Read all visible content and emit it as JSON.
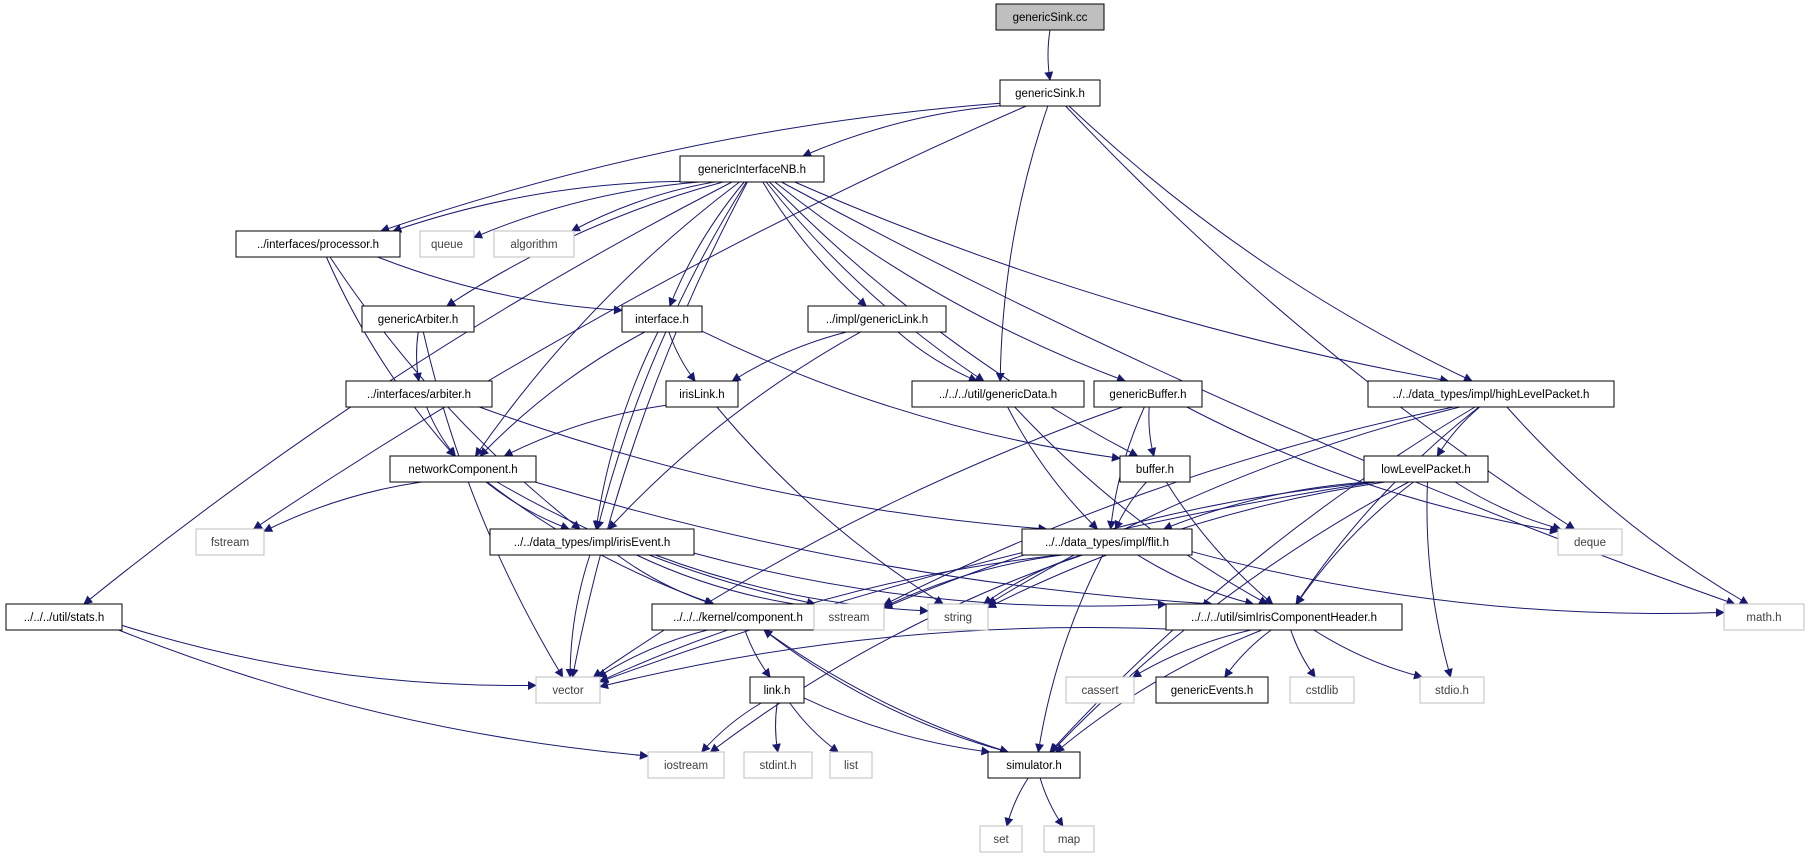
{
  "colors": {
    "edge": "#191970",
    "root_fill": "#bfbfbf",
    "node_stroke": "#000000",
    "external_stroke": "#bfbfbf",
    "text": "#000000",
    "external_text": "#404040"
  },
  "nodes": [
    {
      "id": "genericSink_cc",
      "label": "genericSink.cc",
      "kind": "root"
    },
    {
      "id": "genericSink_h",
      "label": "genericSink.h",
      "kind": "local"
    },
    {
      "id": "genericInterfaceNB_h",
      "label": "genericInterfaceNB.h",
      "kind": "local"
    },
    {
      "id": "processor_h",
      "label": "../interfaces/processor.h",
      "kind": "local"
    },
    {
      "id": "queue",
      "label": "queue",
      "kind": "external"
    },
    {
      "id": "algorithm",
      "label": "algorithm",
      "kind": "external"
    },
    {
      "id": "genericArbiter_h",
      "label": "genericArbiter.h",
      "kind": "local"
    },
    {
      "id": "interface_h",
      "label": "interface.h",
      "kind": "local"
    },
    {
      "id": "genericLink_h",
      "label": "../impl/genericLink.h",
      "kind": "local"
    },
    {
      "id": "arbiter_h",
      "label": "../interfaces/arbiter.h",
      "kind": "local"
    },
    {
      "id": "irisLink_h",
      "label": "irisLink.h",
      "kind": "local"
    },
    {
      "id": "genericData_h",
      "label": "../../../util/genericData.h",
      "kind": "local"
    },
    {
      "id": "genericBuffer_h",
      "label": "genericBuffer.h",
      "kind": "local"
    },
    {
      "id": "highLevelPacket_h",
      "label": "../../data_types/impl/highLevelPacket.h",
      "kind": "local"
    },
    {
      "id": "networkComponent_h",
      "label": "networkComponent.h",
      "kind": "local"
    },
    {
      "id": "buffer_h",
      "label": "buffer.h",
      "kind": "local"
    },
    {
      "id": "lowLevelPacket_h",
      "label": "lowLevelPacket.h",
      "kind": "local"
    },
    {
      "id": "fstream",
      "label": "fstream",
      "kind": "external"
    },
    {
      "id": "irisEvent_h",
      "label": "../../data_types/impl/irisEvent.h",
      "kind": "local"
    },
    {
      "id": "flit_h",
      "label": "../../data_types/impl/flit.h",
      "kind": "local"
    },
    {
      "id": "deque",
      "label": "deque",
      "kind": "external"
    },
    {
      "id": "stats_h",
      "label": "../../../util/stats.h",
      "kind": "local"
    },
    {
      "id": "component_h",
      "label": "../../../kernel/component.h",
      "kind": "local"
    },
    {
      "id": "sstream",
      "label": "sstream",
      "kind": "external"
    },
    {
      "id": "string",
      "label": "string",
      "kind": "external"
    },
    {
      "id": "simIrisComponentHeader_h",
      "label": "../../../util/simIrisComponentHeader.h",
      "kind": "local"
    },
    {
      "id": "math_h",
      "label": "math.h",
      "kind": "external"
    },
    {
      "id": "vector",
      "label": "vector",
      "kind": "external"
    },
    {
      "id": "cassert",
      "label": "cassert",
      "kind": "external"
    },
    {
      "id": "genericEvents_h",
      "label": "genericEvents.h",
      "kind": "local"
    },
    {
      "id": "cstdlib",
      "label": "cstdlib",
      "kind": "external"
    },
    {
      "id": "stdio_h",
      "label": "stdio.h",
      "kind": "external"
    },
    {
      "id": "link_h",
      "label": "link.h",
      "kind": "local"
    },
    {
      "id": "iostream",
      "label": "iostream",
      "kind": "external"
    },
    {
      "id": "stdint_h",
      "label": "stdint.h",
      "kind": "external"
    },
    {
      "id": "list",
      "label": "list",
      "kind": "external"
    },
    {
      "id": "simulator_h",
      "label": "simulator.h",
      "kind": "local"
    },
    {
      "id": "set",
      "label": "set",
      "kind": "external"
    },
    {
      "id": "map",
      "label": "map",
      "kind": "external"
    }
  ],
  "edges": [
    [
      "genericSink_cc",
      "genericSink_h"
    ],
    [
      "genericSink_h",
      "genericInterfaceNB_h"
    ],
    [
      "genericSink_h",
      "processor_h"
    ],
    [
      "genericSink_h",
      "fstream"
    ],
    [
      "genericSink_h",
      "genericData_h"
    ],
    [
      "genericSink_h",
      "highLevelPacket_h"
    ],
    [
      "genericSink_h",
      "deque"
    ],
    [
      "genericInterfaceNB_h",
      "processor_h"
    ],
    [
      "genericInterfaceNB_h",
      "queue"
    ],
    [
      "genericInterfaceNB_h",
      "algorithm"
    ],
    [
      "genericInterfaceNB_h",
      "genericArbiter_h"
    ],
    [
      "genericInterfaceNB_h",
      "interface_h"
    ],
    [
      "genericInterfaceNB_h",
      "genericLink_h"
    ],
    [
      "genericInterfaceNB_h",
      "genericData_h"
    ],
    [
      "genericInterfaceNB_h",
      "genericBuffer_h"
    ],
    [
      "genericInterfaceNB_h",
      "highLevelPacket_h"
    ],
    [
      "genericInterfaceNB_h",
      "networkComponent_h"
    ],
    [
      "genericInterfaceNB_h",
      "buffer_h"
    ],
    [
      "genericInterfaceNB_h",
      "irisEvent_h"
    ],
    [
      "genericInterfaceNB_h",
      "stats_h"
    ],
    [
      "genericInterfaceNB_h",
      "vector"
    ],
    [
      "genericInterfaceNB_h",
      "math_h"
    ],
    [
      "processor_h",
      "interface_h"
    ],
    [
      "processor_h",
      "networkComponent_h"
    ],
    [
      "processor_h",
      "irisEvent_h"
    ],
    [
      "genericArbiter_h",
      "arbiter_h"
    ],
    [
      "genericArbiter_h",
      "vector"
    ],
    [
      "interface_h",
      "irisLink_h"
    ],
    [
      "interface_h",
      "networkComponent_h"
    ],
    [
      "interface_h",
      "irisEvent_h"
    ],
    [
      "interface_h",
      "buffer_h"
    ],
    [
      "genericLink_h",
      "irisLink_h"
    ],
    [
      "genericLink_h",
      "genericData_h"
    ],
    [
      "genericLink_h",
      "irisEvent_h"
    ],
    [
      "arbiter_h",
      "networkComponent_h"
    ],
    [
      "arbiter_h",
      "flit_h"
    ],
    [
      "irisLink_h",
      "networkComponent_h"
    ],
    [
      "irisLink_h",
      "string"
    ],
    [
      "genericData_h",
      "flit_h"
    ],
    [
      "genericData_h",
      "simIrisComponentHeader_h"
    ],
    [
      "genericBuffer_h",
      "buffer_h"
    ],
    [
      "genericBuffer_h",
      "flit_h"
    ],
    [
      "genericBuffer_h",
      "deque"
    ],
    [
      "genericBuffer_h",
      "vector"
    ],
    [
      "highLevelPacket_h",
      "lowLevelPacket_h"
    ],
    [
      "highLevelPacket_h",
      "sstream"
    ],
    [
      "highLevelPacket_h",
      "string"
    ],
    [
      "highLevelPacket_h",
      "simIrisComponentHeader_h"
    ],
    [
      "highLevelPacket_h",
      "math_h"
    ],
    [
      "highLevelPacket_h",
      "simulator_h"
    ],
    [
      "networkComponent_h",
      "fstream"
    ],
    [
      "networkComponent_h",
      "irisEvent_h"
    ],
    [
      "networkComponent_h",
      "component_h"
    ],
    [
      "networkComponent_h",
      "sstream"
    ],
    [
      "networkComponent_h",
      "simIrisComponentHeader_h"
    ],
    [
      "buffer_h",
      "flit_h"
    ],
    [
      "buffer_h",
      "simIrisComponentHeader_h"
    ],
    [
      "lowLevelPacket_h",
      "flit_h"
    ],
    [
      "lowLevelPacket_h",
      "deque"
    ],
    [
      "lowLevelPacket_h",
      "sstream"
    ],
    [
      "lowLevelPacket_h",
      "string"
    ],
    [
      "lowLevelPacket_h",
      "simIrisComponentHeader_h"
    ],
    [
      "lowLevelPacket_h",
      "vector"
    ],
    [
      "lowLevelPacket_h",
      "stdio_h"
    ],
    [
      "lowLevelPacket_h",
      "simulator_h"
    ],
    [
      "irisEvent_h",
      "vector"
    ],
    [
      "irisEvent_h",
      "component_h"
    ],
    [
      "irisEvent_h",
      "sstream"
    ],
    [
      "irisEvent_h",
      "string"
    ],
    [
      "irisEvent_h",
      "simIrisComponentHeader_h"
    ],
    [
      "flit_h",
      "sstream"
    ],
    [
      "flit_h",
      "string"
    ],
    [
      "flit_h",
      "simIrisComponentHeader_h"
    ],
    [
      "flit_h",
      "math_h"
    ],
    [
      "flit_h",
      "vector"
    ],
    [
      "flit_h",
      "simulator_h"
    ],
    [
      "flit_h",
      "iostream"
    ],
    [
      "stats_h",
      "vector"
    ],
    [
      "stats_h",
      "iostream"
    ],
    [
      "component_h",
      "vector"
    ],
    [
      "component_h",
      "link_h"
    ],
    [
      "component_h",
      "simulator_h"
    ],
    [
      "simIrisComponentHeader_h",
      "vector"
    ],
    [
      "simIrisComponentHeader_h",
      "cassert"
    ],
    [
      "simIrisComponentHeader_h",
      "genericEvents_h"
    ],
    [
      "simIrisComponentHeader_h",
      "cstdlib"
    ],
    [
      "simIrisComponentHeader_h",
      "stdio_h"
    ],
    [
      "simIrisComponentHeader_h",
      "simulator_h"
    ],
    [
      "link_h",
      "iostream"
    ],
    [
      "link_h",
      "stdint_h"
    ],
    [
      "link_h",
      "list"
    ],
    [
      "link_h",
      "simulator_h"
    ],
    [
      "simulator_h",
      "component_h"
    ],
    [
      "simulator_h",
      "set"
    ],
    [
      "simulator_h",
      "map"
    ]
  ]
}
